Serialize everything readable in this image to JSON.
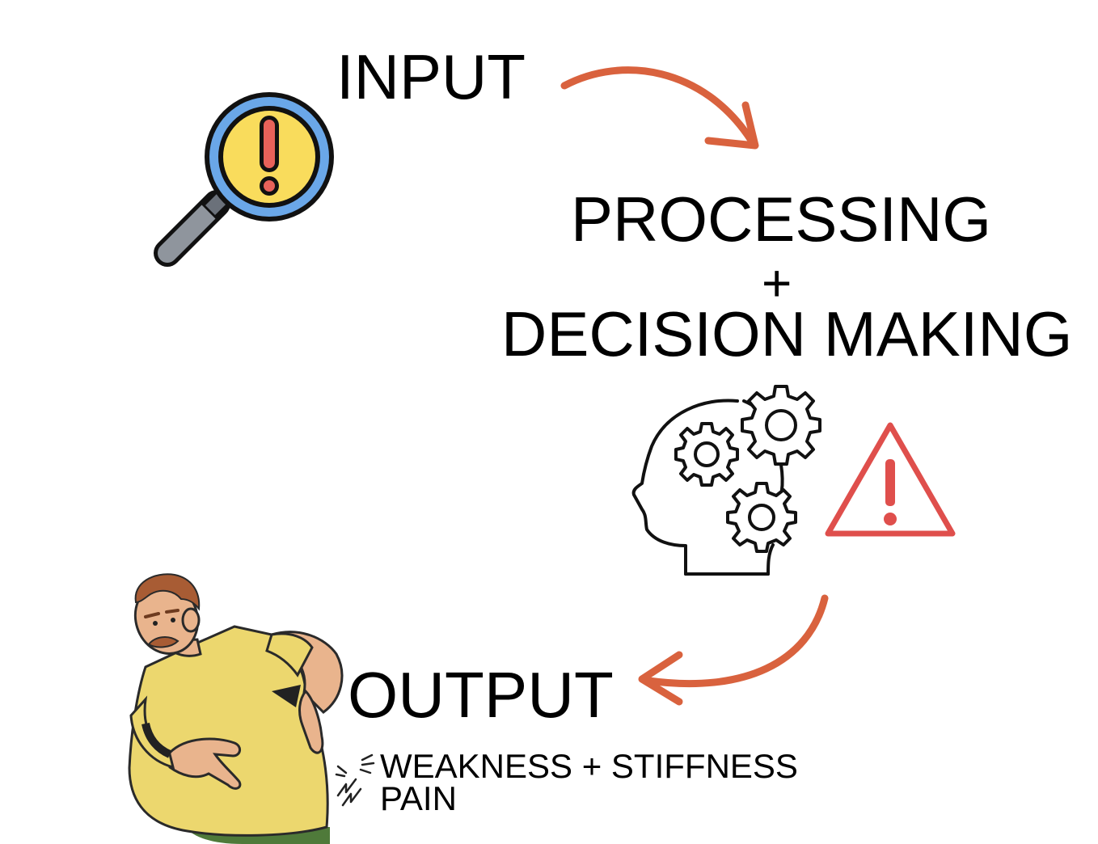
{
  "input": {
    "label": "INPUT"
  },
  "processing": {
    "line1": "PROCESSING",
    "plus": "+",
    "line2": "DECISION MAKING"
  },
  "output": {
    "label": "OUTPUT",
    "symptoms": [
      "WEAKNESS + STIFFNESS",
      "PAIN"
    ]
  },
  "icons": {
    "input": "magnifier-alert-icon",
    "processing": "head-gears-icon",
    "warning": "warning-triangle-icon",
    "output": "man-back-pain-illustration",
    "pain": "pain-spark-icon"
  },
  "colors": {
    "arrow": "#d9623e",
    "warning": "#df4f4c",
    "lens_ring": "#6aa7e8",
    "lens_fill": "#f9dc5c",
    "handle": "#8f959d",
    "shirt": "#ecd76e",
    "skin": "#e9b48d",
    "hair": "#a85c34"
  }
}
